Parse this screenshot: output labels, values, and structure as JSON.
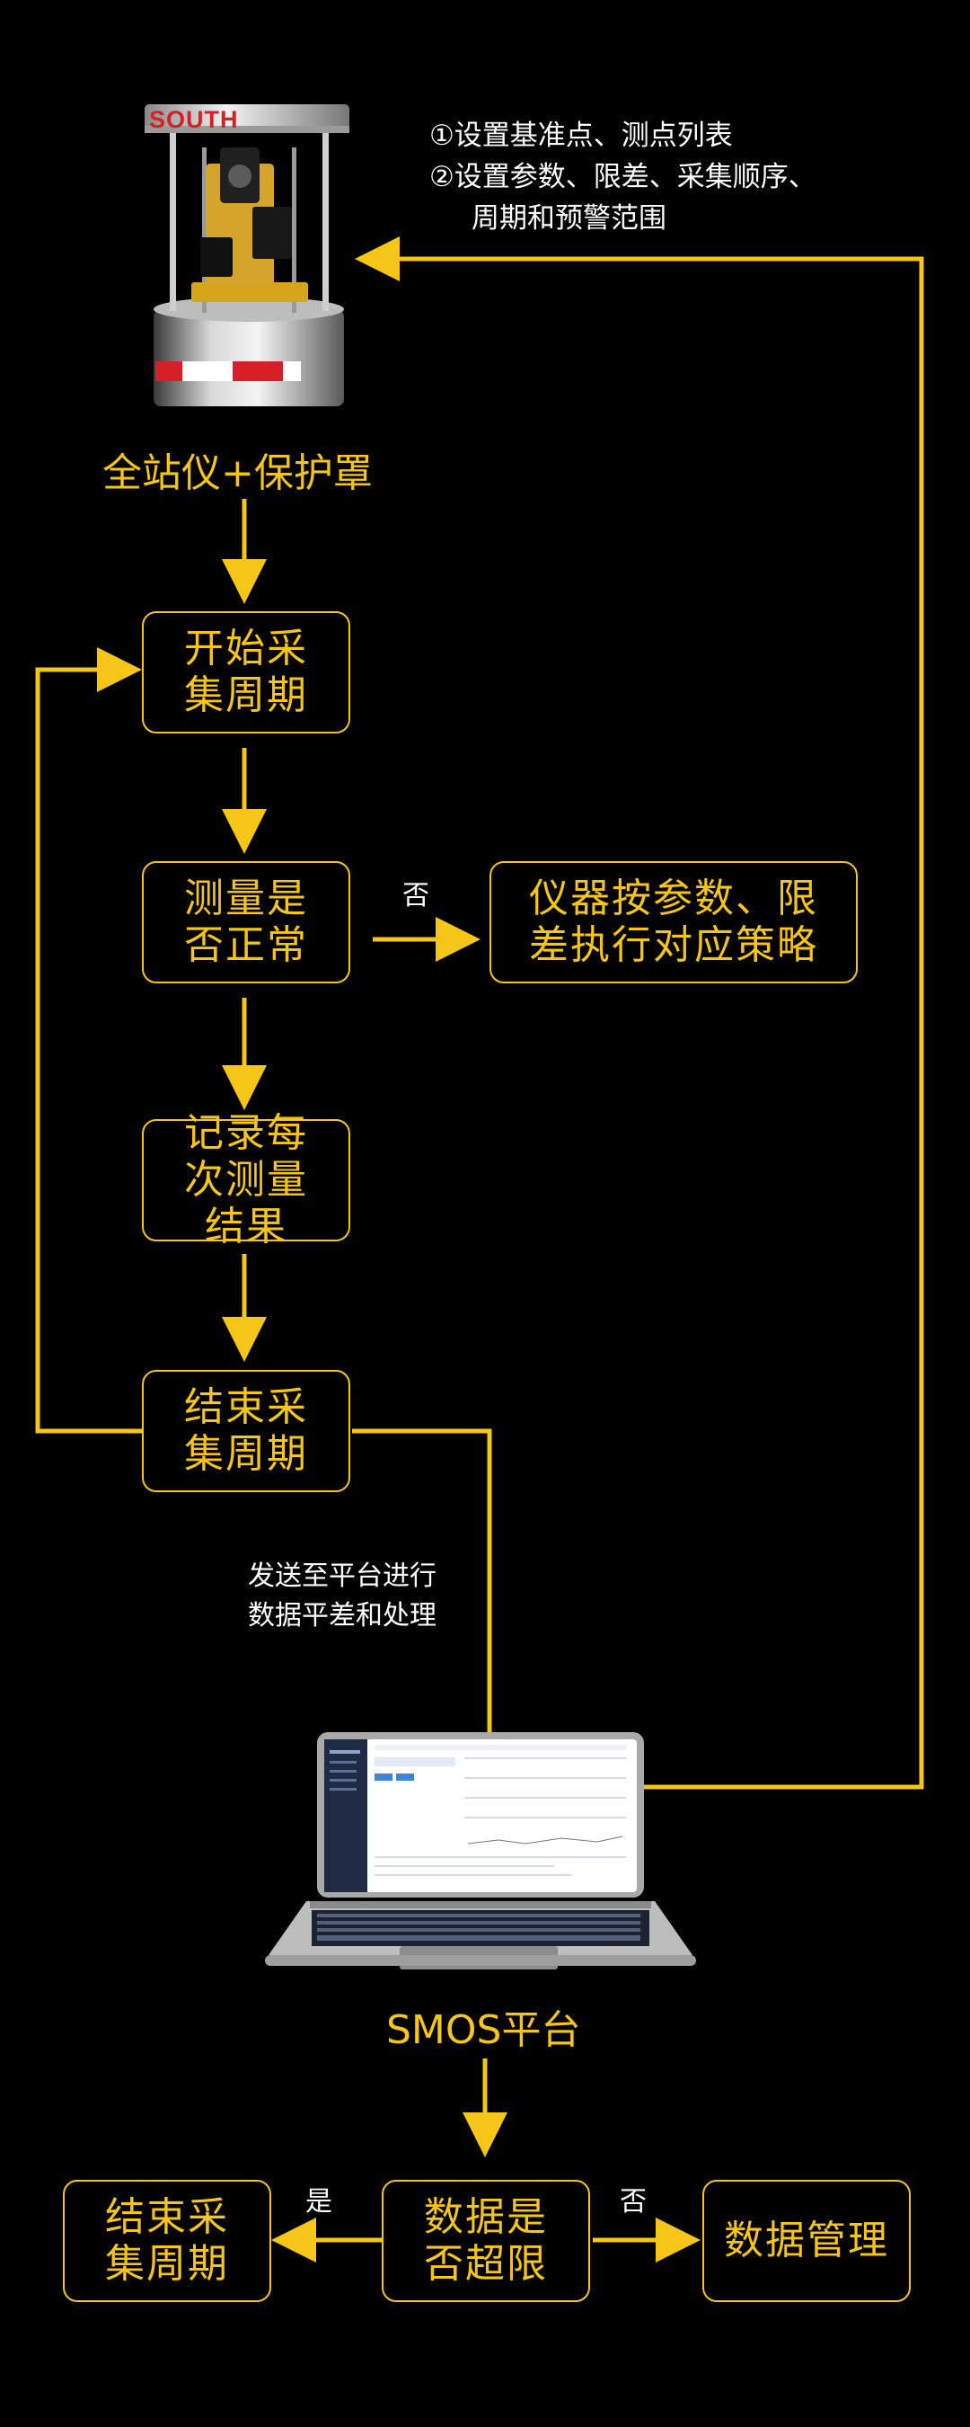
{
  "notes": {
    "line1": "①设置基准点、测点列表",
    "line2": "②设置参数、限差、采集顺序、",
    "line3": "周期和预警范围"
  },
  "device": {
    "brand": "SOUTH",
    "label": "全站仪+保护罩"
  },
  "steps": {
    "start": "开始采集周期",
    "check": "测量是否正常",
    "record": "记录每次测量结果",
    "end": "结束采集周期",
    "strategy": "仪器按参数、限差执行对应策略",
    "final_end": "结束采集周期",
    "overlimit": "数据是否超限",
    "manage": "数据管理"
  },
  "edges": {
    "no_1": "否",
    "send_line1": "发送至平台进行",
    "send_line2": "数据平差和处理",
    "yes": "是",
    "no_2": "否"
  },
  "platform": {
    "label": "SMOS平台"
  },
  "colors": {
    "accent": "#f5c518",
    "background": "#000000",
    "text": "#ffffff"
  }
}
